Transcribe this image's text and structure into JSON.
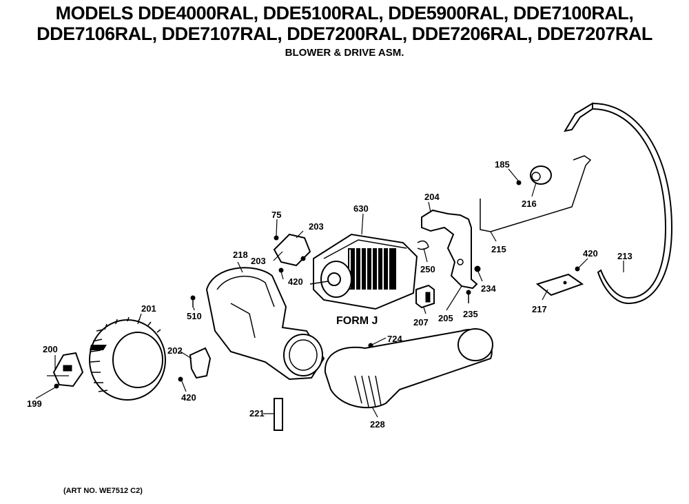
{
  "header": {
    "line1": "MODELS DDE4000RAL, DDE5100RAL, DDE5900RAL, DDE7100RAL,",
    "line2": "DDE7106RAL, DDE7107RAL, DDE7200RAL, DDE7206RAL, DDE7207RAL",
    "subtitle": "BLOWER & DRIVE ASM."
  },
  "footer": {
    "art_no": "(ART NO. WE7512 C2)"
  },
  "callouts": {
    "c185": "185",
    "c216": "216",
    "c204": "204",
    "c630": "630",
    "c75": "75",
    "c203a": "203",
    "c203b": "203",
    "c218": "218",
    "c420a": "420",
    "c250": "250",
    "c215": "215",
    "c420b": "420",
    "c213": "213",
    "c234": "234",
    "c217": "217",
    "c201": "201",
    "c510": "510",
    "c207": "207",
    "c205": "205",
    "c235": "235",
    "c200": "200",
    "c202": "202",
    "c724": "724",
    "c420c": "420",
    "c199": "199",
    "c221": "221",
    "c228": "228"
  },
  "form_label": "FORM J"
}
